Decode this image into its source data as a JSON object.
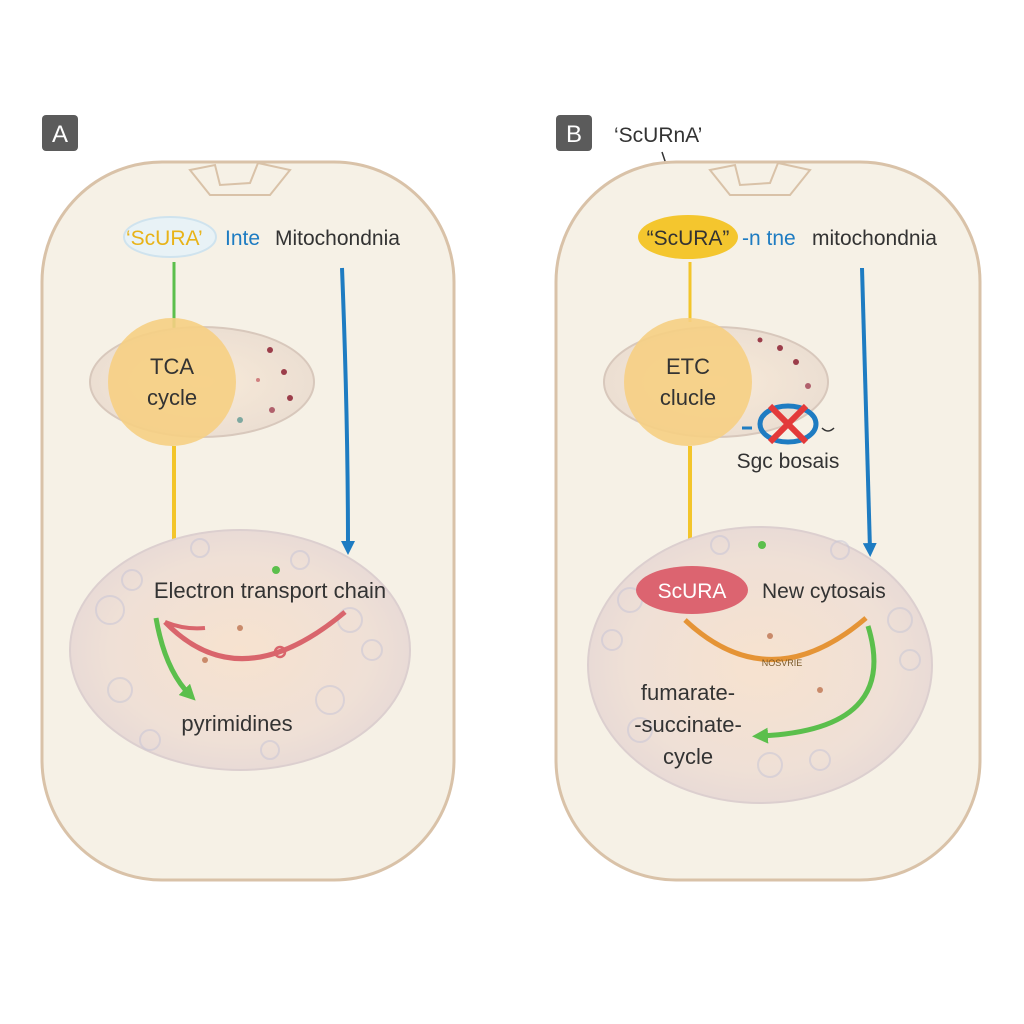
{
  "panels": [
    {
      "letter": "A",
      "top_label_scura": "‘ScURA’",
      "top_label_rest": "Inte",
      "top_label_rest2": "Mitochondnia",
      "organelle_label_line1": "TCA",
      "organelle_label_line2": "cycle",
      "nucleus_label": "Electron transport chain",
      "product_label": "pyrimidines"
    },
    {
      "letter": "B",
      "callout_label": "‘ScURnA’",
      "top_label_scura": "“ScURA”",
      "top_label_rest": "-n tne",
      "top_label_rest2": "mitochondnia",
      "organelle_label_line1": "ETC",
      "organelle_label_line2": "clucle",
      "blocked_label": "Sgc bosais",
      "nucleus_pill_label": "ScURA",
      "nucleus_label": "New cytosais",
      "arc_label": "NOSVRIE",
      "product_line1": "fumarate-",
      "product_line2": "-succinate-",
      "product_line3": "cycle"
    }
  ],
  "colors": {
    "cell_fill": "#f6f1e6",
    "cell_stroke": "#d9c2a8",
    "badge": "#5b5b5b",
    "yellow": "#f3c52a",
    "blue": "#1e7cc2",
    "green": "#5bbf4c",
    "red": "#d9656c",
    "orange": "#e59436",
    "x_red": "#e33a3a"
  },
  "icons": [
    "x-mark-icon"
  ]
}
